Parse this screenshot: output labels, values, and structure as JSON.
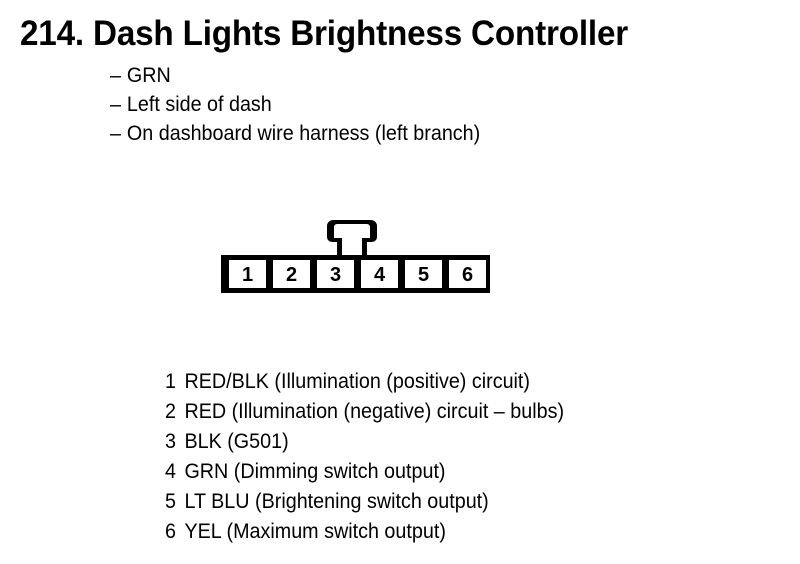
{
  "document": {
    "section_number": "214.",
    "title": "214. Dash Lights Brightness Controller",
    "title_text": "Dash Lights Brightness Controller"
  },
  "details": {
    "dash": "–",
    "items": [
      "GRN",
      "Left side of dash",
      "On dashboard wire harness (left branch)"
    ]
  },
  "connector": {
    "pin_count": 6,
    "pin_numbers": [
      "1",
      "2",
      "3",
      "4",
      "5",
      "6"
    ],
    "body_color": "#000000",
    "cavity_color": "#ffffff"
  },
  "pinout": {
    "rows": [
      {
        "pin": "1",
        "label": "RED/BLK (Illumination (positive) circuit)"
      },
      {
        "pin": "2",
        "label": "RED (Illumination (negative) circuit – bulbs)"
      },
      {
        "pin": "3",
        "label": "BLK (G501)"
      },
      {
        "pin": "4",
        "label": "GRN (Dimming switch output)"
      },
      {
        "pin": "5",
        "label": "LT BLU (Brightening switch output)"
      },
      {
        "pin": "6",
        "label": "YEL (Maximum switch output)"
      }
    ]
  }
}
